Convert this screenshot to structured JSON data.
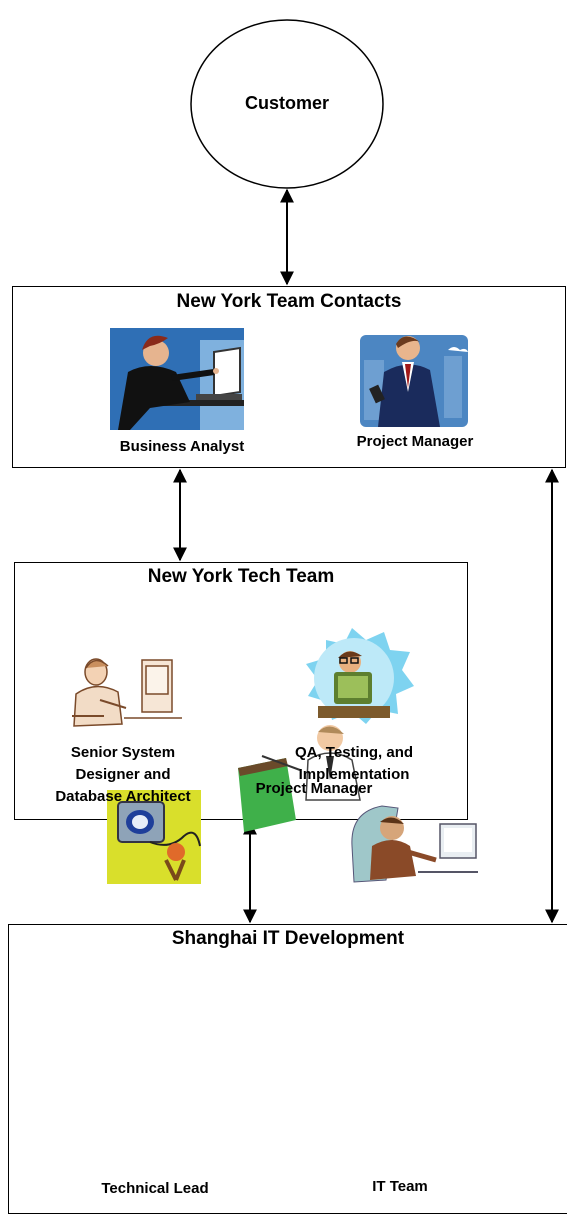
{
  "customer": {
    "label": "Customer"
  },
  "ny_contacts": {
    "title": "New York Team Contacts",
    "roles": [
      {
        "label": "Business Analyst",
        "icon": "business-analyst-clipart"
      },
      {
        "label": "Project Manager",
        "icon": "businessman-phone-clipart"
      }
    ]
  },
  "ny_tech": {
    "title": "New York Tech Team",
    "roles": [
      {
        "label_lines": [
          "Senior System",
          "Designer and",
          "Database Architect"
        ],
        "icon": "designer-at-computer-clipart"
      },
      {
        "label_lines": [
          "QA, Testing, and",
          "Implementation"
        ],
        "icon": "tester-at-computer-clipart"
      }
    ]
  },
  "shanghai": {
    "title": "Shanghai IT Development",
    "roles": [
      {
        "label": "Project Manager",
        "icon": "presenter-board-clipart"
      },
      {
        "label": "Technical Lead",
        "icon": "technical-lead-clipart"
      },
      {
        "label": "IT Team",
        "icon": "worker-at-computer-clipart"
      }
    ]
  },
  "colors": {
    "line": "#000000",
    "box_border": "#000000",
    "background": "#ffffff"
  }
}
